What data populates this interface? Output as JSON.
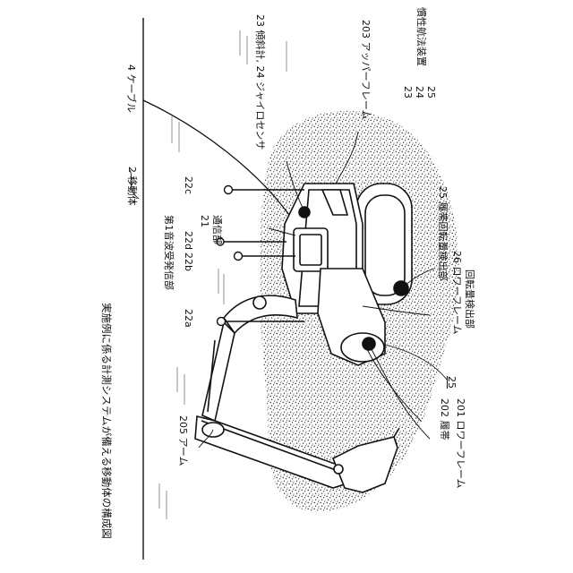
{
  "figure": {
    "caption": "実施例に係る計測システムが備える移動体の構成図",
    "labels": {
      "cable": "4 ケーブル",
      "mobile_body": "2 移動体",
      "inertial_navigation": "慣性航法装置",
      "ref_23": "23",
      "ref_24": "24",
      "ref_25": "25",
      "inclinometer_gyro": "23 傾斜計, 24 ジャイロセンサ",
      "upper_frame": "203 アッパーフレーム",
      "sonar_unit": "第1音波受発信部",
      "comm_unit_ref": "21",
      "comm_unit": "通信部",
      "ref_22a": "22a",
      "ref_22b": "22b",
      "ref_22c": "22c",
      "ref_22d": "22d",
      "track_rotation_detector": "25 履帯回転量検出部",
      "lower_frame_rotation": "26 ロワーフレーム",
      "lower_frame_rotation_2": "回転量検出部",
      "ref_25_underlined": "25",
      "track": "202 履帯",
      "lower_frame": "201 ロワーフレーム",
      "arm": "205 アーム"
    }
  }
}
